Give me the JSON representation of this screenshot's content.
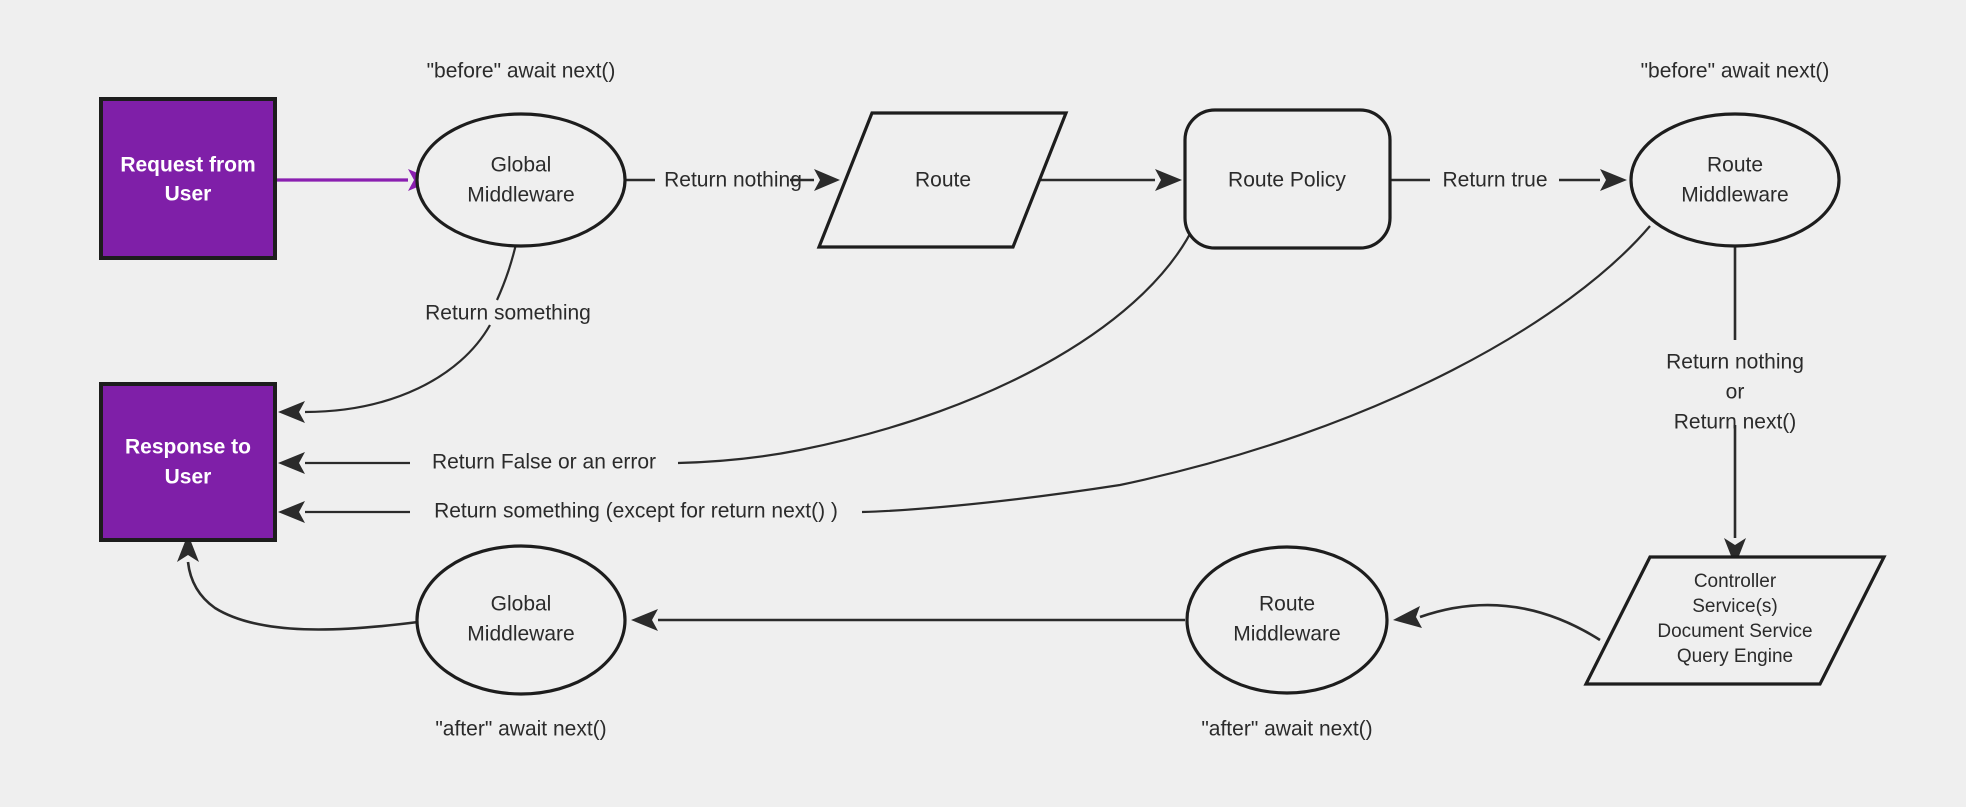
{
  "diagram": {
    "title": "Request lifecycle middleware flow",
    "background_color": "#efefef",
    "accent_color": "#7f1fa8",
    "line_color": "#2b2b2b",
    "nodes": {
      "request": {
        "line1": "Request from",
        "line2": "User"
      },
      "global_mw_top": {
        "line1": "Global",
        "line2": "Middleware"
      },
      "route": {
        "line1": "Route"
      },
      "route_policy": {
        "line1": "Route Policy"
      },
      "route_mw_top": {
        "line1": "Route",
        "line2": "Middleware"
      },
      "response": {
        "line1": "Response to",
        "line2": "User"
      },
      "global_mw_bottom": {
        "line1": "Global",
        "line2": "Middleware"
      },
      "route_mw_bottom": {
        "line1": "Route",
        "line2": "Middleware"
      },
      "controller": {
        "line1": "Controller",
        "line2": "Service(s)",
        "line3": "Document Service",
        "line4": "Query Engine"
      }
    },
    "annotations": {
      "before_global": "\"before\" await next()",
      "before_route_mw": "\"before\" await next()",
      "after_global": "\"after\" await next()",
      "after_route_mw": "\"after\" await next()"
    },
    "edge_labels": {
      "return_something_top": "Return something",
      "return_nothing": "Return nothing",
      "return_true": "Return true",
      "return_false_or_error": "Return False or an error",
      "return_something_except": "Return something (except for return next() )",
      "return_nothing_or_next_1": "Return nothing",
      "return_nothing_or_next_2": "or",
      "return_nothing_or_next_3": "Return next()"
    }
  }
}
